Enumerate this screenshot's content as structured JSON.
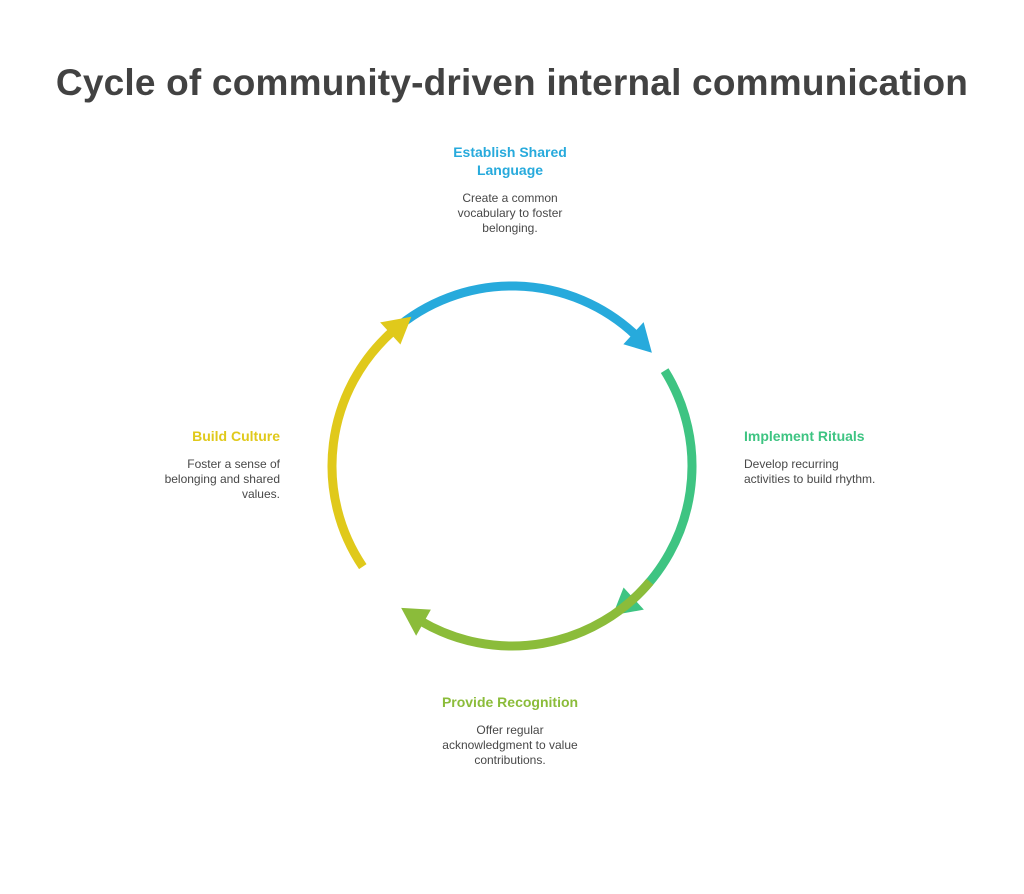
{
  "title": "Cycle of community-driven internal communication",
  "steps": [
    {
      "title": "Establish Shared Language",
      "description": "Create a common vocabulary to foster belonging.",
      "color": "#27aadc"
    },
    {
      "title": "Implement Rituals",
      "description": "Develop recurring activities to build rhythm.",
      "color": "#3ec482"
    },
    {
      "title": "Provide Recognition",
      "description": "Offer regular acknowledgment to value contributions.",
      "color": "#8bbc3a"
    },
    {
      "title": "Build Culture",
      "description": "Foster a sense of belonging and shared values.",
      "color": "#e0c91b"
    }
  ]
}
